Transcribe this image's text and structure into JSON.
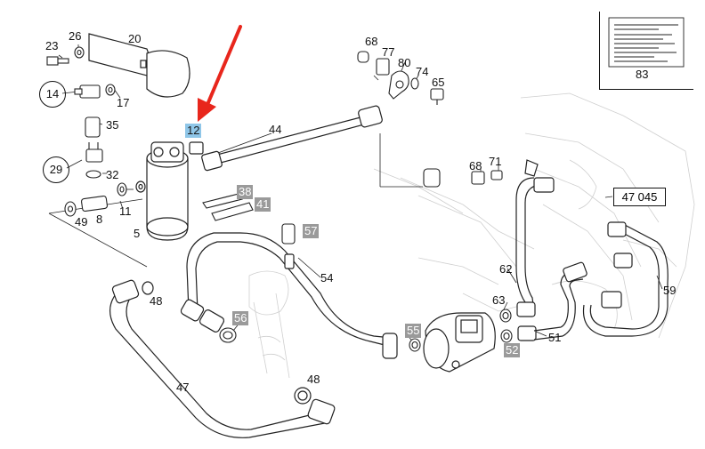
{
  "diagram": {
    "part_labels": {
      "p23": "23",
      "p26": "26",
      "p20": "20",
      "p14": "14",
      "p17": "17",
      "p35": "35",
      "p29": "29",
      "p32": "32",
      "p49": "49",
      "p8": "8",
      "p11": "11",
      "p5": "5",
      "p12": "12",
      "p44": "44",
      "p68a": "68",
      "p77": "77",
      "p80": "80",
      "p74": "74",
      "p65": "65",
      "p68b": "68",
      "p71": "71",
      "p38": "38",
      "p41": "41",
      "p57": "57",
      "p54": "54",
      "p48a": "48",
      "p56": "56",
      "p47": "47",
      "p48b": "48",
      "p55": "55",
      "p63": "63",
      "p52": "52",
      "p51": "51",
      "p62": "62",
      "p59": "59",
      "p83": "83"
    },
    "reference_box": "47 045",
    "highlight_colors": {
      "selected": "#8fc6e8",
      "grey": "#9a9a9a",
      "arrow": "#e8261c"
    }
  }
}
